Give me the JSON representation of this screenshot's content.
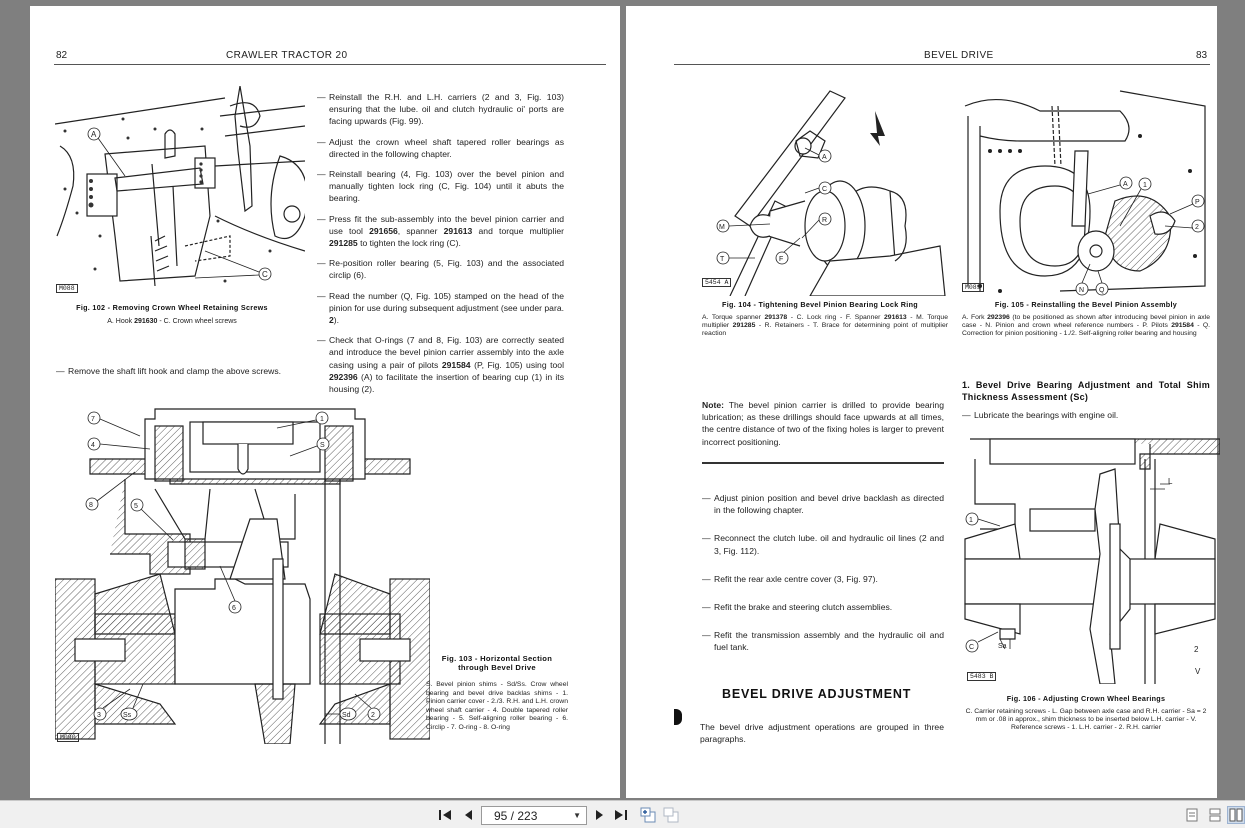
{
  "viewer": {
    "page_indicator": "95 / 223",
    "current_page": 95,
    "total_pages": 223
  },
  "left_page": {
    "page_number": "82",
    "running_head": "CRAWLER TRACTOR 20",
    "fig102": {
      "tag": "M088",
      "title": "Fig. 102 - Removing Crown Wheel Retaining Screws",
      "legend_prefix": "A. Hook ",
      "legend_part": "291630",
      "legend_suffix": " - C. Crown wheel screws",
      "labels": [
        "A",
        "C"
      ]
    },
    "bullet_remove": "Remove the shaft lift hook and clamp the above screws.",
    "right_column": [
      {
        "text": "Reinstall the R.H. and L.H. carriers (2 and 3, Fig. 103) ensuring that the lube. oil and clutch hydraulic oi' ports are facing upwards (Fig. 99)."
      },
      {
        "text": "Adjust the crown wheel shaft tapered roller bearings as directed in the following chapter."
      },
      {
        "text": "Reinstall bearing (4, Fig. 103) over the bevel pinion and manually tighten lock ring (C, Fig. 104) until it abuts the bearing."
      },
      {
        "a": "Press fit the sub-assembly into the bevel pinion carrier and use tool ",
        "b": "291656",
        "c": ", spanner ",
        "d": "291613",
        "e": " and torque multiplier ",
        "f": "291285",
        "g": " to tighten the lock ring (C)."
      },
      {
        "text": "Re-position roller bearing (5, Fig. 103) and the associated circlip (6)."
      },
      {
        "a": "Read the number (Q, Fig. 105) stamped on the head of the pinion for use during subsequent adjustment (see under para. ",
        "b": "2",
        "c": ")."
      },
      {
        "a": "Check that O-rings (7 and 8, Fig. 103) are correctly seated and introduce the bevel pinion carrier assembly into the axle casing using a pair of pilots ",
        "b": "291584",
        "c": " (P, Fig. 105) using tool ",
        "d": "292396",
        "e": " (A) to facilitate the insertion of bearing cup (1) in its housing (2)."
      }
    ],
    "fig103": {
      "tag": "M090",
      "title_line1": "Fig. 103 - Horizontal Section",
      "title_line2": "through Bevel Drive",
      "legend": "S. Bevel pinion shims - Sd/Ss. Crow wheel bearing and bevel drive backlas shims - 1. Pinion carrier cover - 2./3. R.H. and L.H. crown wheel shaft carrier - 4. Double tapered roller bearing - 5. Self-aligning roller bearing - 6. Circlip - 7. O-ring - 8. O-ring",
      "labels": [
        "7",
        "4",
        "8",
        "5",
        "1",
        "S",
        "6",
        "3",
        "Ss",
        "Sd",
        "2"
      ]
    }
  },
  "right_page": {
    "page_number": "83",
    "running_head": "BEVEL DRIVE",
    "fig104": {
      "tag": "5454 A",
      "title": "Fig. 104 - Tightening Bevel Pinion Bearing Lock Ring",
      "legend": [
        {
          "t": "A. Torque spanner "
        },
        {
          "b": "291378"
        },
        {
          "t": " - C. Lock ring - F. Spanner "
        },
        {
          "b": "291613"
        },
        {
          "t": " - M. Torque multiplier "
        },
        {
          "b": "291285"
        },
        {
          "t": " - R. Retainers - T. Brace for determining point of multiplier reaction"
        }
      ],
      "labels": [
        "A",
        "C",
        "R",
        "M",
        "F",
        "T"
      ]
    },
    "fig105": {
      "tag": "M089",
      "title": "Fig. 105 - Reinstalling the Bevel Pinion Assembly",
      "legend": [
        {
          "t": "A. Fork "
        },
        {
          "b": "292396"
        },
        {
          "t": " (to be positioned as shown after introducing bevel pinion in axle case - N. Pinion and crown wheel reference numbers - P. Pilots "
        },
        {
          "b": "291584"
        },
        {
          "t": " - Q. Correction for pinion positioning - 1./2. Self-aligning roller bearing and housing"
        }
      ],
      "labels": [
        "A",
        "1",
        "P",
        "2",
        "N",
        "Q"
      ]
    },
    "note": {
      "label": "Note:",
      "text": " The bevel pinion carrier is drilled to provide bearing lubrication; as these drillings should face upwards at all times, the centre distance of two of the fixing holes is larger to prevent incorrect positioning."
    },
    "bullets": [
      "Adjust pinion position and bevel drive backlash as directed in the following chapter.",
      "Reconnect the clutch lube. oil and hydraulic oil lines (2 and 3, Fig. 112).",
      "Refit the rear axle centre cover (3, Fig. 97).",
      "Refit the brake and steering clutch assemblies.",
      "Refit the transmission assembly and the hydraulic oil and fuel tank."
    ],
    "section_heading": "BEVEL DRIVE ADJUSTMENT",
    "section_intro": "The bevel drive adjustment operations are grouped in three paragraphs.",
    "para1_heading": "1. Bevel Drive Bearing Adjustment and Total Shim Thickness Assessment (Sc)",
    "para1_bullet": "Lubricate the bearings with engine oil.",
    "fig106": {
      "tag": "5483 B",
      "title": "Fig. 106 - Adjusting Crown Wheel Bearings",
      "legend": "C. Carrier retaining screws - L. Gap between axle case and R.H. carrier - Sa = 2 mm or .08 in approx., shim thickness to be inserted below L.H. carrier - V. Reference screws - 1. L.H. carrier - 2. R.H. carrier",
      "labels": [
        "1",
        "L",
        "C",
        "Sa",
        "2",
        "V"
      ]
    }
  },
  "toolbar": {
    "first_page_icon": "first-page-icon",
    "prev_page_icon": "prev-page-icon",
    "next_page_icon": "next-page-icon",
    "last_page_icon": "last-page-icon",
    "colors": {
      "bg": "#f0f0f0",
      "page_bg": "#ffffff",
      "viewer_bg": "#7f7f7f"
    }
  }
}
